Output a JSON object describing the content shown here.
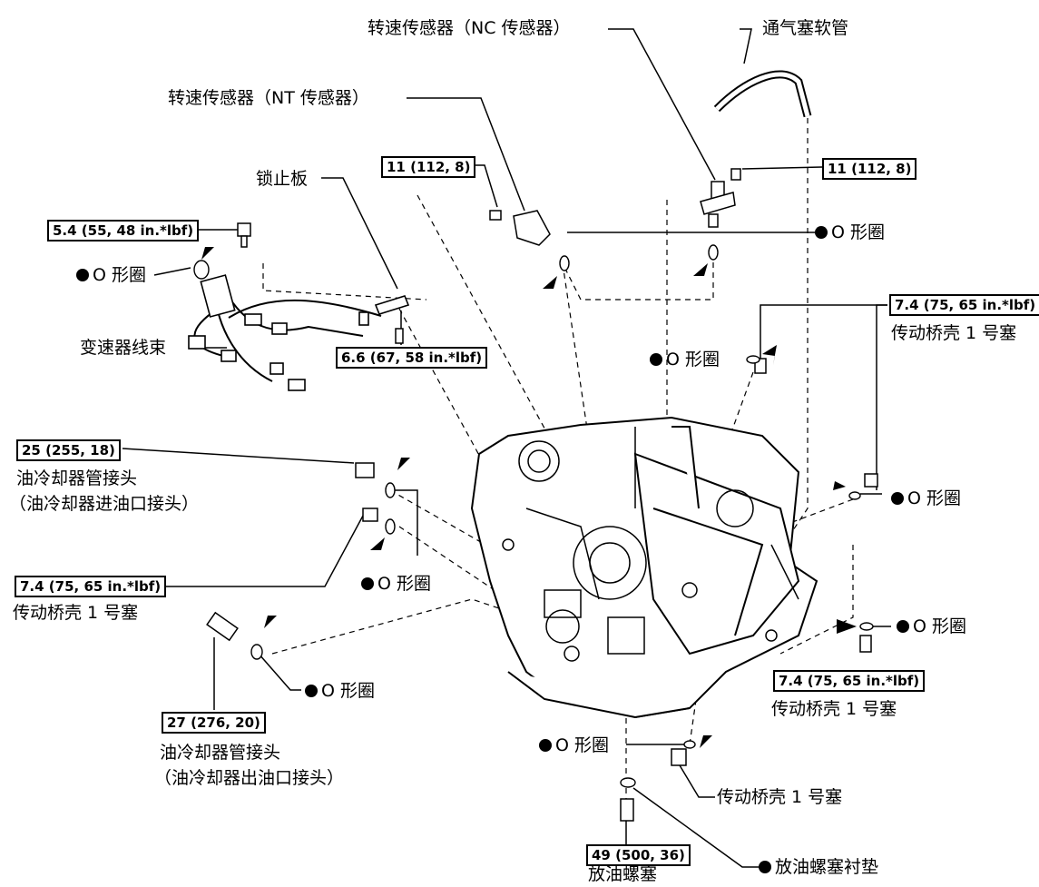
{
  "labels": {
    "nc_sensor": "转速传感器（NC 传感器）",
    "vent_hose": "通气塞软管",
    "nt_sensor": "转速传感器（NT 传感器）",
    "lock_plate": "锁止板",
    "o_ring": "O 形圈",
    "wire_harness": "变速器线束",
    "case_plug_no1": "传动桥壳 1 号塞",
    "oil_cooler_joint": "油冷却器管接头",
    "oil_cooler_inlet_note": "（油冷却器进油口接头）",
    "oil_cooler_outlet_note": "（油冷却器出油口接头）",
    "drain_plug": "放油螺塞",
    "drain_plug_gasket": "放油螺塞衬垫"
  },
  "torque": {
    "t11": "11 (112, 8)",
    "t54": "5.4 (55, 48 in.*lbf)",
    "t66": "6.6 (67, 58 in.*lbf)",
    "t25": "25 (255, 18)",
    "t74": "7.4 (75, 65 in.*lbf)",
    "t27": "27 (276, 20)",
    "t49": "49 (500, 36)"
  }
}
